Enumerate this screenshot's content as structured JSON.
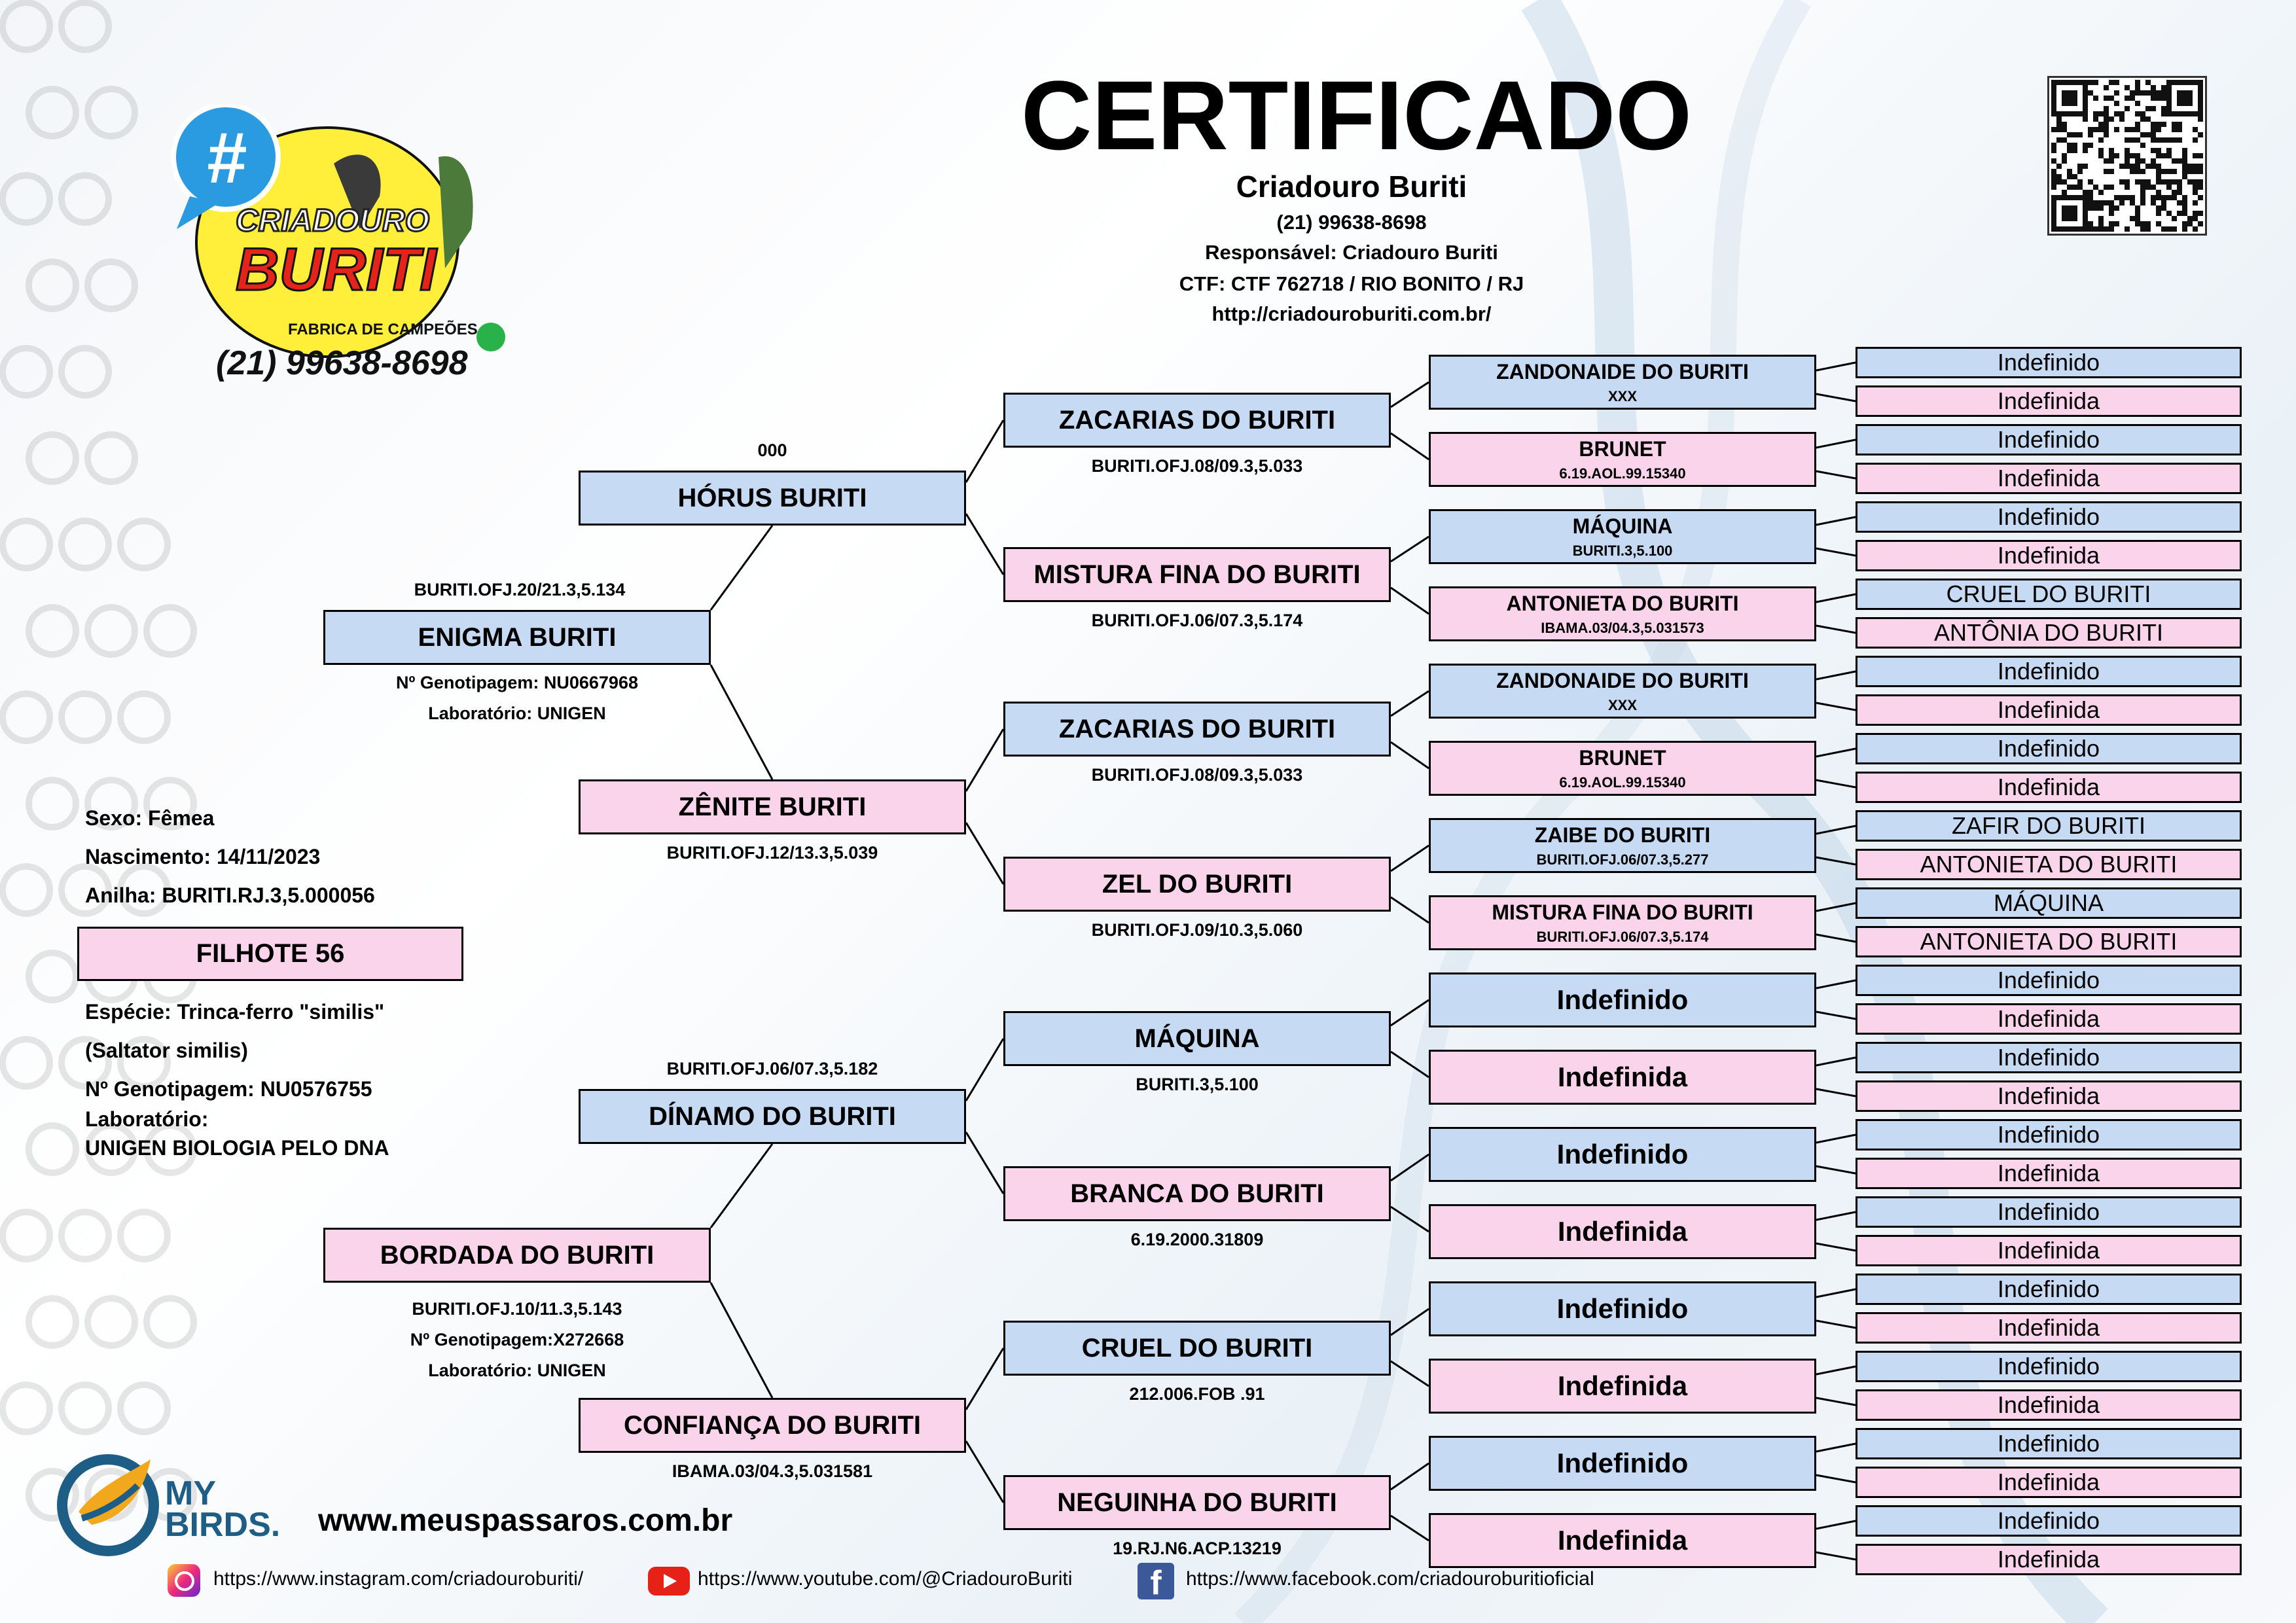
{
  "header": {
    "title": "CERTIFICADO",
    "breeder": "Criadouro Buriti",
    "phone": "(21) 99638-8698",
    "responsible": "Responsável: Criadouro Buriti",
    "ctf": "CTF: CTF 762718 / RIO BONITO / RJ",
    "url": "http://criadouroburiti.com.br/"
  },
  "logo": {
    "hash": "#",
    "line1": "CRIADOURO",
    "line2": "BURITI",
    "tagline": "FABRICA DE CAMPEÕES",
    "phone": "(21) 99638-8698"
  },
  "subject": {
    "sex": "Sexo: Fêmea",
    "birth": "Nascimento: 14/11/2023",
    "ring": "Anilha: BURITI.RJ.3,5.000056",
    "name": "FILHOTE 56",
    "species1": "Espécie: Trinca-ferro \"similis\"",
    "species2": "(Saltator similis)",
    "genotype": "Nº Genotipagem: NU0576755",
    "lab_label": "Laboratório:",
    "lab": "UNIGEN BIOLOGIA PELO DNA"
  },
  "gen1": [
    {
      "name": "ENIGMA BURITI",
      "ring": "BURITI.OFJ.20/21.3,5.134",
      "geno": "Nº Genotipagem: NU0667968",
      "lab": "Laboratório: UNIGEN"
    },
    {
      "name": "BORDADA DO BURITI",
      "ring": "BURITI.OFJ.10/11.3,5.143",
      "geno": "Nº Genotipagem:X272668",
      "lab": "Laboratório: UNIGEN"
    }
  ],
  "gen2": [
    {
      "name": "HÓRUS BURITI",
      "ring": "000"
    },
    {
      "name": "ZÊNITE BURITI",
      "ring": "BURITI.OFJ.12/13.3,5.039"
    },
    {
      "name": "DÍNAMO DO BURITI",
      "ring": "BURITI.OFJ.06/07.3,5.182"
    },
    {
      "name": "CONFIANÇA DO BURITI",
      "ring": "IBAMA.03/04.3,5.031581"
    }
  ],
  "gen3": [
    {
      "name": "ZACARIAS DO BURITI",
      "ring": "BURITI.OFJ.08/09.3,5.033"
    },
    {
      "name": "MISTURA FINA DO BURITI",
      "ring": "BURITI.OFJ.06/07.3,5.174"
    },
    {
      "name": "ZACARIAS DO BURITI",
      "ring": "BURITI.OFJ.08/09.3,5.033"
    },
    {
      "name": "ZEL DO BURITI",
      "ring": "BURITI.OFJ.09/10.3,5.060"
    },
    {
      "name": "MÁQUINA",
      "ring": "BURITI.3,5.100"
    },
    {
      "name": "BRANCA DO BURITI",
      "ring": "6.19.2000.31809"
    },
    {
      "name": "CRUEL DO BURITI",
      "ring": "212.006.FOB .91"
    },
    {
      "name": "NEGUINHA DO BURITI",
      "ring": "19.RJ.N6.ACP.13219"
    }
  ],
  "gen4": [
    {
      "name": "ZANDONAIDE DO BURITI",
      "ring": "XXX"
    },
    {
      "name": "BRUNET",
      "ring": "6.19.AOL.99.15340"
    },
    {
      "name": "MÁQUINA",
      "ring": "BURITI.3,5.100"
    },
    {
      "name": "ANTONIETA DO BURITI",
      "ring": "IBAMA.03/04.3,5.031573"
    },
    {
      "name": "ZANDONAIDE DO BURITI",
      "ring": "XXX"
    },
    {
      "name": "BRUNET",
      "ring": "6.19.AOL.99.15340"
    },
    {
      "name": "ZAIBE DO BURITI",
      "ring": "BURITI.OFJ.06/07.3,5.277"
    },
    {
      "name": "MISTURA FINA DO BURITI",
      "ring": "BURITI.OFJ.06/07.3,5.174"
    },
    {
      "name": "Indefinido",
      "ring": ""
    },
    {
      "name": "Indefinida",
      "ring": ""
    },
    {
      "name": "Indefinido",
      "ring": ""
    },
    {
      "name": "Indefinida",
      "ring": ""
    },
    {
      "name": "Indefinido",
      "ring": ""
    },
    {
      "name": "Indefinida",
      "ring": ""
    },
    {
      "name": "Indefinido",
      "ring": ""
    },
    {
      "name": "Indefinida",
      "ring": ""
    }
  ],
  "gen5": [
    "Indefinido",
    "Indefinida",
    "Indefinido",
    "Indefinida",
    "Indefinido",
    "Indefinida",
    "CRUEL DO BURITI",
    "ANTÔNIA DO BURITI",
    "Indefinido",
    "Indefinida",
    "Indefinido",
    "Indefinida",
    "ZAFIR DO BURITI",
    "ANTONIETA DO BURITI",
    "MÁQUINA",
    "ANTONIETA DO BURITI",
    "Indefinido",
    "Indefinida",
    "Indefinido",
    "Indefinida",
    "Indefinido",
    "Indefinida",
    "Indefinido",
    "Indefinida",
    "Indefinido",
    "Indefinida",
    "Indefinido",
    "Indefinida",
    "Indefinido",
    "Indefinida",
    "Indefinido",
    "Indefinida"
  ],
  "footer": {
    "brand1": "MY",
    "brand2": "BIRDS.",
    "site": "www.meuspassaros.com.br",
    "instagram": "https://www.instagram.com/criadouroburiti/",
    "youtube": "https://www.youtube.com/@CriadouroBuriti",
    "facebook": "https://www.facebook.com/criadouroburitioficial"
  },
  "colors": {
    "male": "#c6daf3",
    "female": "#fad4ea"
  }
}
